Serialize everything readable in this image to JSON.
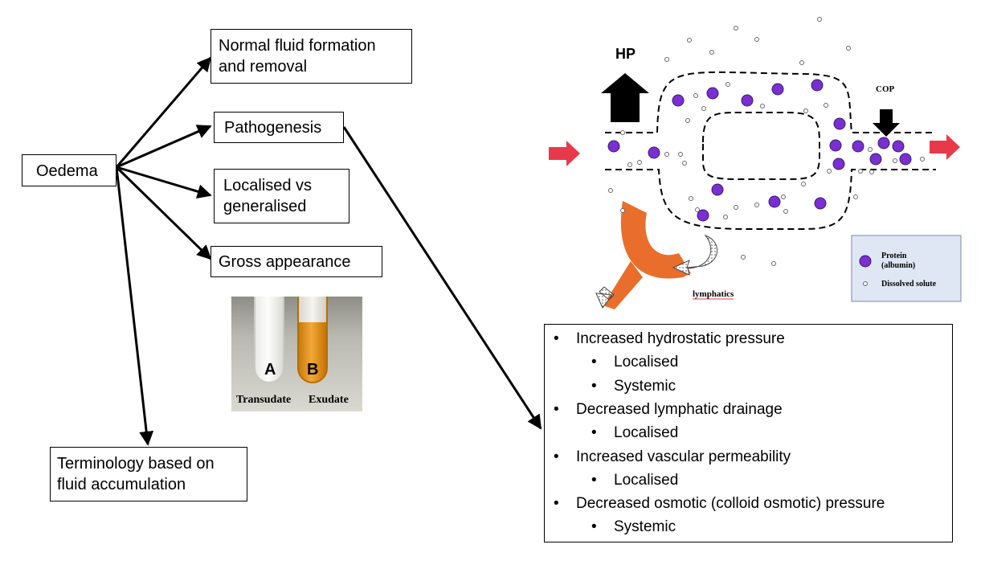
{
  "diagram": {
    "root": "Oedema",
    "branches": {
      "normal": [
        "Normal fluid formation",
        "and removal"
      ],
      "pathogenesis": "Pathogenesis",
      "localised": [
        "Localised vs",
        "generalised"
      ],
      "gross": "Gross appearance",
      "terminology": [
        "Terminology based on",
        "fluid accumulation"
      ]
    },
    "tubes": {
      "a_letter": "A",
      "b_letter": "B",
      "a_caption": "Transudate",
      "b_caption": "Exudate"
    },
    "pathogenesis_list": [
      {
        "text": "Increased hydrostatic pressure",
        "level": 1
      },
      {
        "text": "Localised",
        "level": 2
      },
      {
        "text": "Systemic",
        "level": 2
      },
      {
        "text": "Decreased lymphatic drainage",
        "level": 1
      },
      {
        "text": "Localised",
        "level": 2
      },
      {
        "text": "Increased vascular permeability",
        "level": 1
      },
      {
        "text": "Localised",
        "level": 2
      },
      {
        "text": "Decreased osmotic (colloid osmotic) pressure",
        "level": 1
      },
      {
        "text": "Systemic",
        "level": 2
      }
    ],
    "bullet": "•",
    "capillary": {
      "hp_label": "HP",
      "cop_label": "COP",
      "lymphatics_label": "lymphatics",
      "legend": {
        "protein": [
          "Protein",
          "(albumin)"
        ],
        "solute": "Dissolved solute"
      },
      "colors": {
        "protein": "#7a2fd0",
        "lymphatic": "#e96e2b",
        "flow_arrow": "#e8394a",
        "legend_bg": "#dfe7f4"
      }
    }
  }
}
